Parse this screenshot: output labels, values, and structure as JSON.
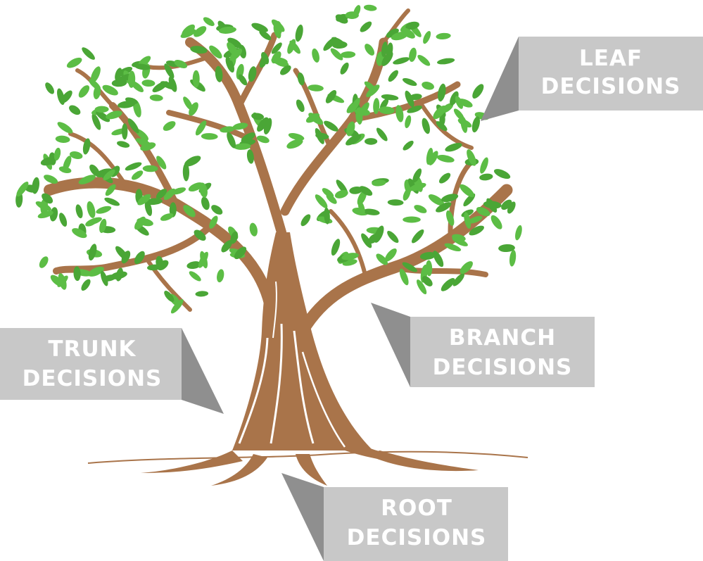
{
  "colors": {
    "background": "#ffffff",
    "leaf": "#5cbd45",
    "leaf_dark": "#4aa636",
    "bark": "#a9744a",
    "bark_dark": "#8a5a34",
    "bark_light": "#ffffff",
    "callout_box": "#c8c8c8",
    "callout_pointer": "#8f8f8f",
    "callout_text": "#ffffff"
  },
  "callouts": {
    "leaf": {
      "line1": "LEAF",
      "line2": "DECISIONS"
    },
    "branch": {
      "line1": "BRANCH",
      "line2": "DECISIONS"
    },
    "trunk": {
      "line1": "TRUNK",
      "line2": "DECISIONS"
    },
    "root": {
      "line1": "ROOT",
      "line2": "DECISIONS"
    }
  }
}
